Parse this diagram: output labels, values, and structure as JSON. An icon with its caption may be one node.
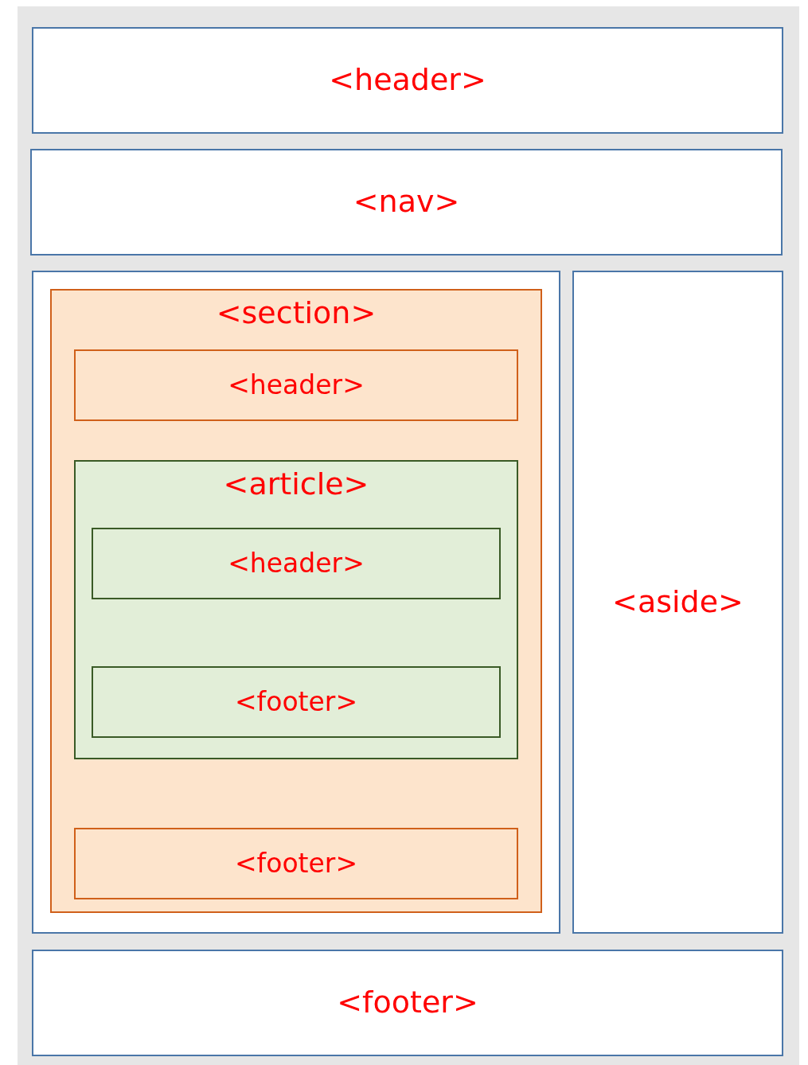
{
  "diagram": {
    "nodes": [
      {
        "text": [],
        "shape": "box"
      },
      {
        "text": [
          "<header>"
        ],
        "in": 0
      },
      {
        "text": [
          "<nav>"
        ],
        "in": 0
      },
      {
        "text": [],
        "shape": "box",
        "in": 0
      },
      {
        "text": [
          "<section>"
        ],
        "in": 3
      },
      {
        "text": [
          "<header>"
        ],
        "in": 4
      },
      {
        "text": [
          "<article>"
        ],
        "in": 4
      },
      {
        "text": [
          "<header>"
        ],
        "in": 6
      },
      {
        "text": [
          "<footer>"
        ],
        "in": 6
      },
      {
        "text": [
          "<footer>"
        ],
        "in": 4
      },
      {
        "text": [
          "<aside>"
        ],
        "in": 0
      },
      {
        "text": [
          "<footer>"
        ],
        "in": 0
      }
    ],
    "edges": []
  }
}
